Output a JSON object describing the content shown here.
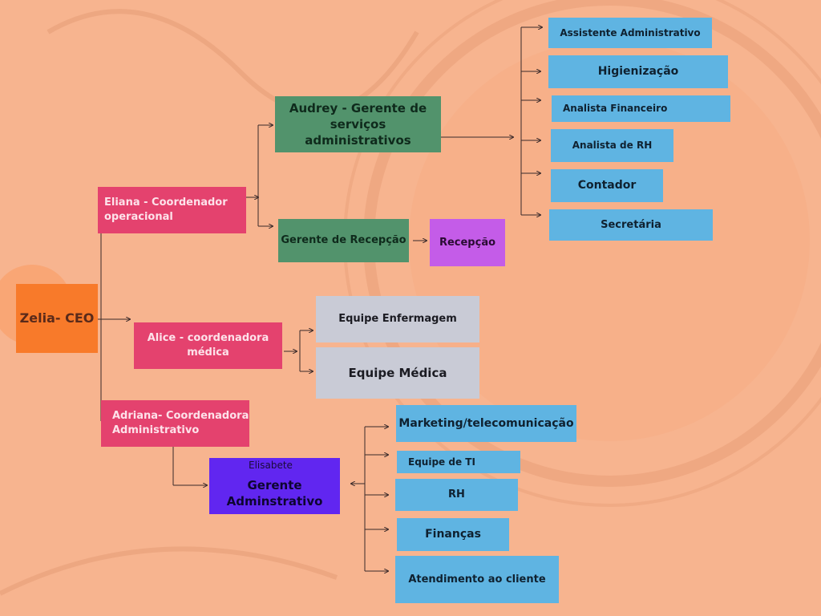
{
  "nodes": {
    "ceo": "Zelia- CEO",
    "eliana": "Eliana -  Coordenador operacional",
    "audrey": "Audrey - Gerente de serviços administrativos",
    "gerente_recepcao": "Gerente de  Recepção",
    "recepcao": "Recepção",
    "assistente": "Assistente Administrativo",
    "higienizacao": "Higienização",
    "analista_fin": "Analista Financeiro",
    "analista_rh": "Analista de RH",
    "contador": "Contador",
    "secretaria": "Secretária",
    "alice": "Alice - coordenadora médica",
    "enfermagem": "Equipe Enfermagem",
    "medica": "Equipe  Médica",
    "adriana": "Adriana- Coordenadora Administrativo",
    "elisabete": "Elisabete",
    "gerente_adm": "Gerente Adminstrativo",
    "marketing": "Marketing/telecomunicação",
    "ti": "Equipe de TI",
    "rh": "RH",
    "financas": "Finanças",
    "atendimento": "Atendimento ao cliente"
  },
  "colors": {
    "background": "#f7b48f",
    "ceo": "#f87a2a",
    "coordinator": "#e4426e",
    "manager": "#52936c",
    "reception": "#c45ce8",
    "admin_manager": "#6126f0",
    "team": "#5fb4e2",
    "medical_team": "#c9cbd6"
  }
}
